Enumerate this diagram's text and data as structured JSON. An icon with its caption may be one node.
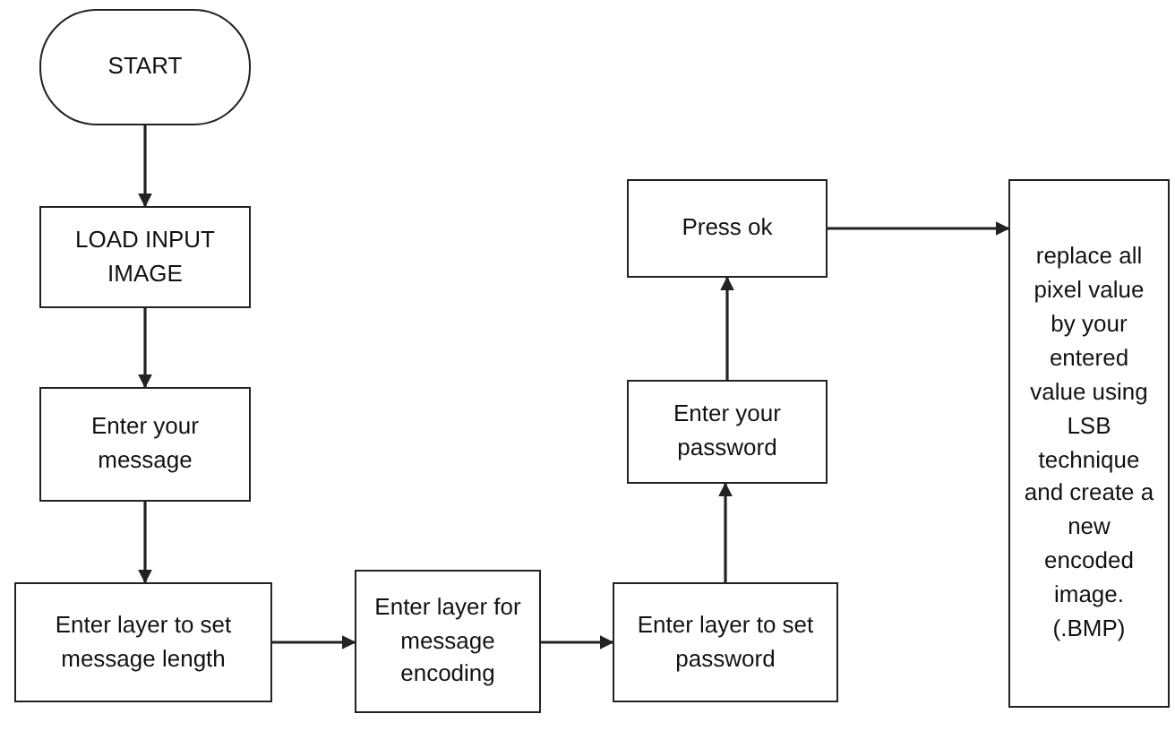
{
  "diagram": {
    "nodes": [
      {
        "text": [
          "START"
        ]
      },
      {
        "text": [
          "LOAD INPUT IMAGE"
        ]
      },
      {
        "text": [
          "Enter your message"
        ]
      },
      {
        "text": [
          "Enter layer to set message length"
        ]
      },
      {
        "text": [
          "Enter layer for message encoding"
        ]
      },
      {
        "text": [
          "Enter layer to set password"
        ]
      },
      {
        "text": [
          "Enter your password"
        ]
      },
      {
        "text": [
          "Press ok"
        ]
      },
      {
        "text": [
          "replace all pixel value by your entered value using LSB technique and create a new encoded image. (.BMP)"
        ]
      }
    ],
    "edges": [
      {
        "from": 0,
        "to": 1,
        "arrow": "to"
      },
      {
        "from": 1,
        "to": 2,
        "arrow": "to"
      },
      {
        "from": 2,
        "to": 3,
        "arrow": "to"
      },
      {
        "from": 3,
        "to": 4,
        "arrow": "to"
      },
      {
        "from": 4,
        "to": 5,
        "arrow": "to"
      },
      {
        "from": 5,
        "to": 6,
        "arrow": "to"
      },
      {
        "from": 6,
        "to": 7,
        "arrow": "to"
      },
      {
        "from": 7,
        "to": 8,
        "arrow": "to"
      }
    ]
  }
}
